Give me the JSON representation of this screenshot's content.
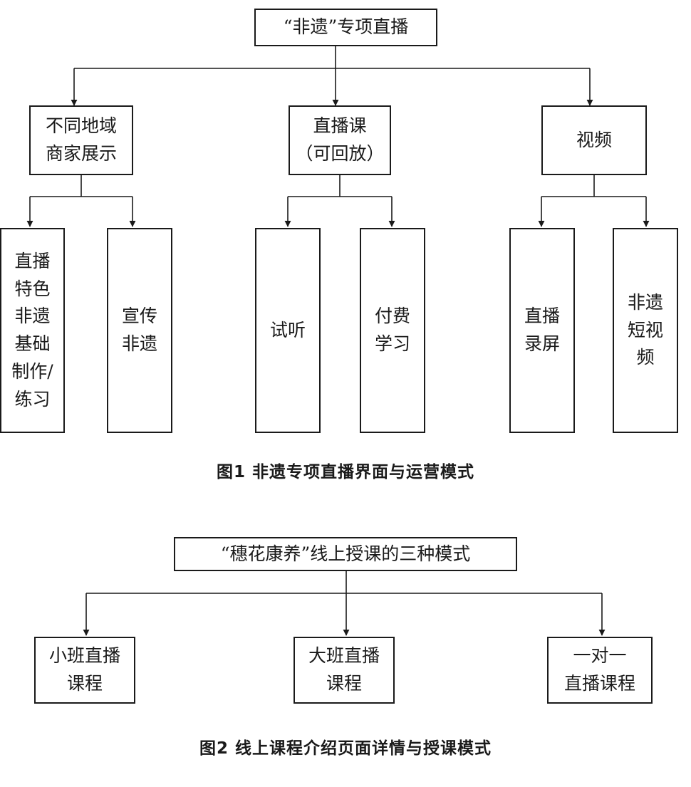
{
  "figures": [
    {
      "caption": "图1 非遗专项直播界面与运营模式",
      "root": "“非遗”专项直播",
      "branches": [
        {
          "label": "不同地域\n商家展示",
          "children": [
            "直播\n特色\n非遗\n基础\n制作/\n练习",
            "宣传\n非遗"
          ]
        },
        {
          "label": "直播课\n（可回放）",
          "children": [
            "试听",
            "付费\n学习"
          ]
        },
        {
          "label": "视频",
          "children": [
            "直播\n录屏",
            "非遗\n短视\n频"
          ]
        }
      ]
    },
    {
      "caption": "图2 线上课程介绍页面详情与授课模式",
      "root": "“穗花康养”线上授课的三种模式",
      "branches": [
        {
          "label": "小班直播\n课程"
        },
        {
          "label": "大班直播\n课程"
        },
        {
          "label": "一对一\n直播课程"
        }
      ]
    }
  ],
  "colors": {
    "line": "#1a1a1a",
    "box_border": "#1a1a1a",
    "background": "#ffffff"
  }
}
